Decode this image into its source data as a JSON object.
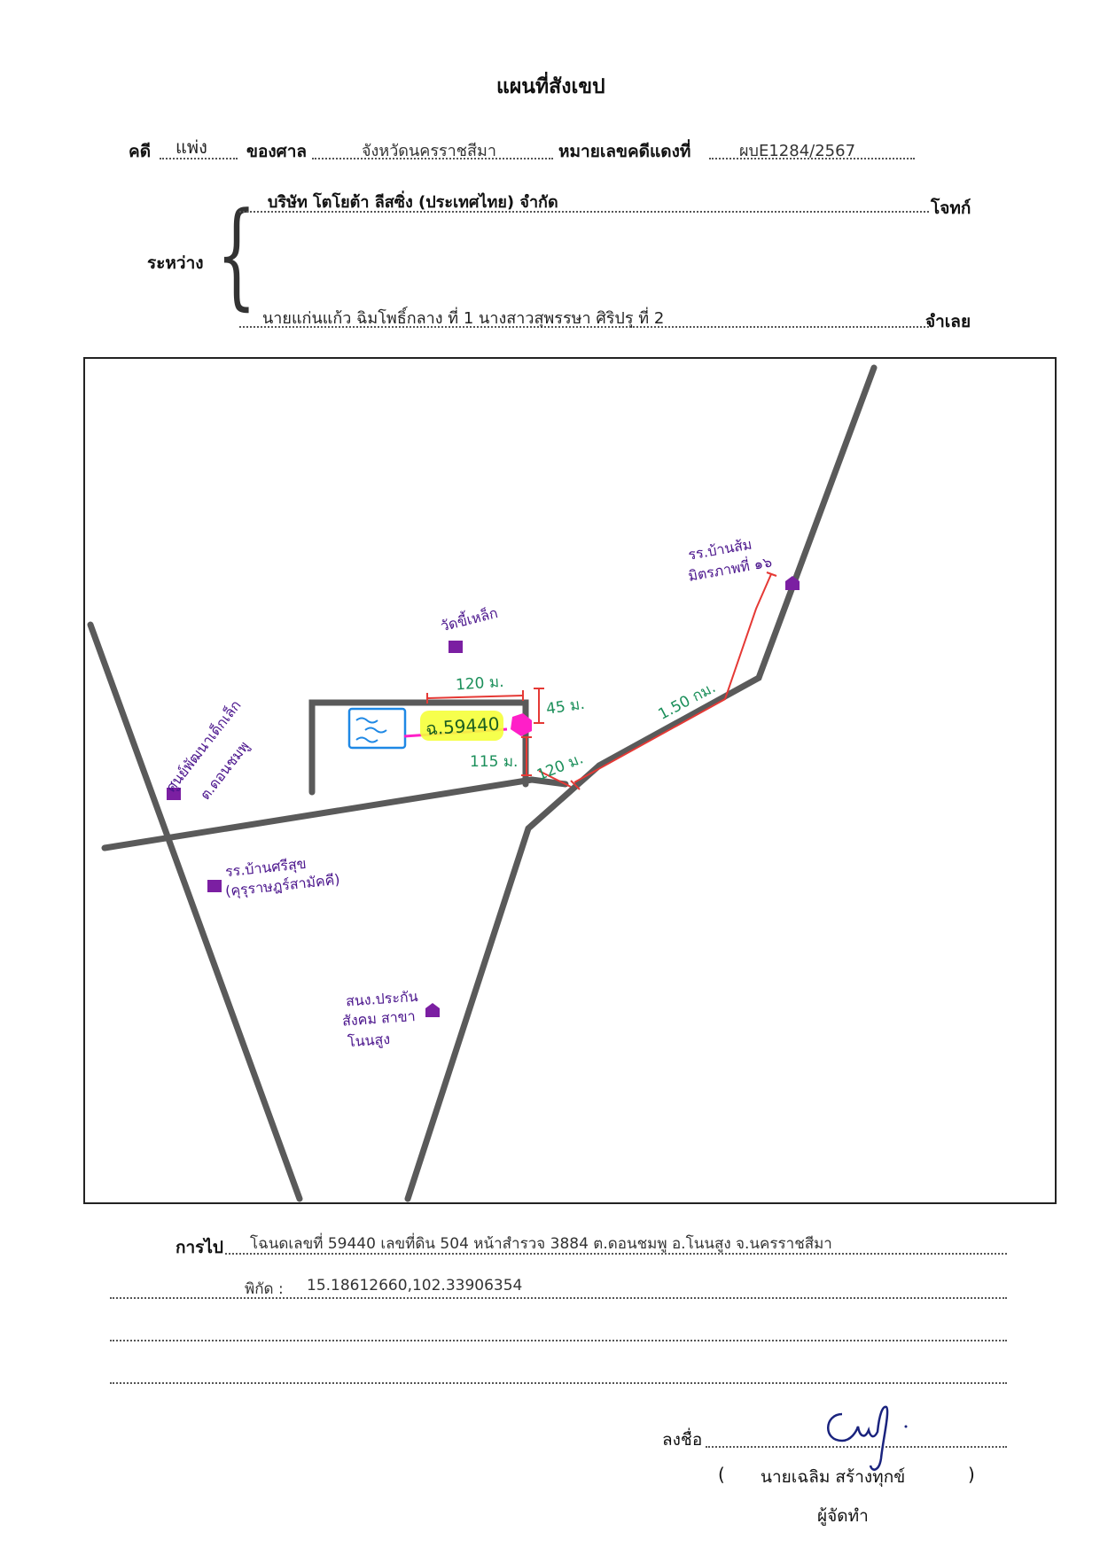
{
  "title": "แผนที่สังเขป",
  "header": {
    "case_label": "คดี",
    "case_type": "แพ่ง",
    "court_label": "ของศาล",
    "court_name": "จังหวัดนครราชสีมา",
    "red_case_label": "หมายเลขคดีแดงที่",
    "red_case_no": "ผบE1284/2567"
  },
  "parties": {
    "between_label": "ระหว่าง",
    "plaintiff": "บริษัท โตโยต้า ลีสซิ่ง (ประเทศไทย) จำกัด",
    "plaintiff_role": "โจทก์",
    "defendant": "นายแก่นแก้ว ฉิมโพธิ์กลาง ที่ 1 นางสาวสุพรรษา ศิริปรุ ที่ 2",
    "defendant_role": "จำเลย"
  },
  "map": {
    "parcel_label": "ฉ.59440",
    "dim_top": "120 ม.",
    "dim_side": "45 ม.",
    "dim_lower": "115 ม.",
    "dim_road": "120 ม.",
    "dim_far": "1.50 กม.",
    "landmarks": {
      "temple": "วัดขี้เหล็ก",
      "school_east_1": "รร.บ้านส้ม",
      "school_east_2": "มิตรภาพที่ ๑๖",
      "center_1": "ศูนย์พัฒนาเด็กเล็ก",
      "center_2": "ต.ดอนชมพู",
      "school_south_1": "รร.บ้านศรีสุข",
      "school_south_2": "(คุรุราษฎร์สามัคคี)",
      "office_1": "สนง.ประกัน",
      "office_2": "สังคม สาขา",
      "office_3": "โนนสูง"
    },
    "colors": {
      "road": "#5a5a5a",
      "marker": "#7b1fa2",
      "route": "#e53935",
      "parcel_highlight": "#f5ff3a",
      "parcel_marker": "#ff1fc8",
      "pond": "#1e88e5",
      "dimension": "#1b8f5a"
    }
  },
  "directions": {
    "label": "การไป",
    "line1": "โฉนดเลขที่ 59440 เลขที่ดิน 504 หน้าสำรวจ 3884  ต.ดอนชมพู  อ.โนนสูง จ.นครราชสีมา",
    "coords_label": "พิกัด :",
    "coords": "15.18612660,102.33906354"
  },
  "signature": {
    "sign_label": "ลงชื่อ",
    "open_paren": "(",
    "name": "นายเฉลิม  สร้างทุกข์",
    "close_paren": ")",
    "role": "ผู้จัดทำ"
  }
}
